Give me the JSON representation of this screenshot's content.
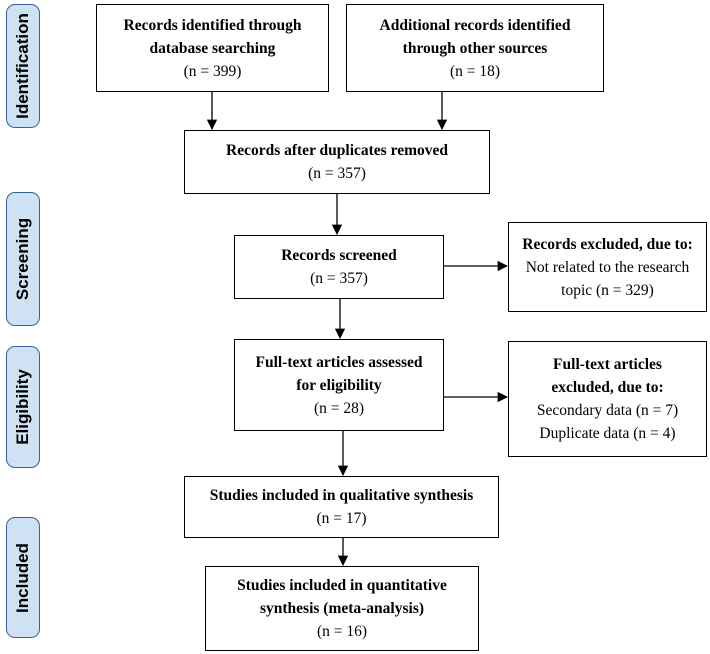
{
  "phases": [
    "Identification",
    "Screening",
    "Eligibility",
    "Included"
  ],
  "boxes": {
    "db_search": {
      "bold": [
        "Records identified through",
        "database searching"
      ],
      "count": "(n = 399)"
    },
    "other_sources": {
      "bold": [
        "Additional records identified",
        "through other sources"
      ],
      "count": "(n = 18)"
    },
    "after_duplicates": {
      "bold": [
        "Records after duplicates removed"
      ],
      "count": "(n = 357)"
    },
    "screened": {
      "bold": [
        "Records screened"
      ],
      "count": "(n = 357)"
    },
    "excluded_records": {
      "bold": [
        "Records excluded, due to:"
      ],
      "normal": [
        "Not related to the research",
        "topic (n = 329)"
      ]
    },
    "fulltext_assessed": {
      "bold": [
        "Full-text articles assessed",
        "for eligibility"
      ],
      "count": "(n = 28)"
    },
    "fulltext_excluded": {
      "bold": [
        "Full-text articles",
        "excluded, due to:"
      ],
      "normal": [
        "Secondary data (n = 7)",
        "Duplicate data (n = 4)"
      ]
    },
    "qualitative": {
      "bold": [
        "Studies included in qualitative synthesis"
      ],
      "count": "(n = 17)"
    },
    "quantitative": {
      "bold": [
        "Studies included in quantitative",
        "synthesis (meta-analysis)"
      ],
      "count": "(n = 16)"
    }
  },
  "colors": {
    "phase_fill": "#cfe2f3",
    "phase_border": "#3b5f9a",
    "line": "#000000"
  }
}
